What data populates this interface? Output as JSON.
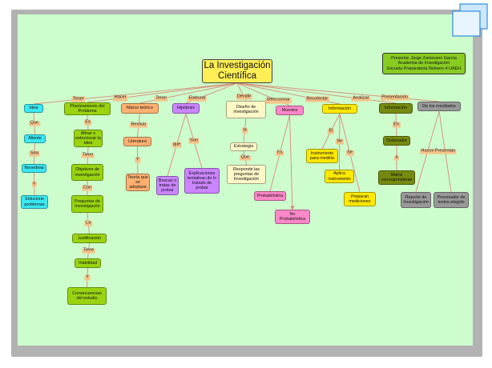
{
  "colors": {
    "background": "#cdfccd",
    "link": "#d98b78",
    "link_label": "#f5c48a",
    "root": "#ffee55",
    "cyan": "#3ae7f2",
    "green": "#9ad411",
    "orange": "#ffb070",
    "purple": "#cc85ff",
    "ivory": "#fff9c8",
    "pink": "#ff88c8",
    "yellow": "#ffe800",
    "olive": "#768a10",
    "gray": "#999999",
    "info_box": "#88cc22"
  },
  "diagram": {
    "title": "La Investigación Científica",
    "info": [
      "Presenta: Jorge Zamorano García",
      "Academia de Investigación",
      "Escuela Preparatoria Número 4 UAEH"
    ],
    "nodes": [
      {
        "id": "root",
        "text": "La Investigación Científica",
        "color": "root"
      },
      {
        "id": "idea",
        "text": "Idea",
        "color": "cyan"
      },
      {
        "id": "aliente",
        "text": "Aliente",
        "color": "cyan"
      },
      {
        "id": "novedosa",
        "text": "Novedosa",
        "color": "cyan"
      },
      {
        "id": "soluciones",
        "text": "Solucione problemas",
        "color": "cyan"
      },
      {
        "id": "planteamiento",
        "text": "Planteamiento del Problema",
        "color": "green"
      },
      {
        "id": "afinar",
        "text": "Afinar o estructurar la idea",
        "color": "green"
      },
      {
        "id": "objetivos",
        "text": "Objetivos de investigación",
        "color": "green"
      },
      {
        "id": "preguntas",
        "text": "Preguntas de Investigación",
        "color": "green"
      },
      {
        "id": "justificacion",
        "text": "Justificación",
        "color": "green"
      },
      {
        "id": "viabilidad",
        "text": "Viabilidad",
        "color": "green"
      },
      {
        "id": "consecuencias",
        "text": "Consecuencias del estudio",
        "color": "green"
      },
      {
        "id": "marco",
        "text": "Marco teórico",
        "color": "orange"
      },
      {
        "id": "literatura",
        "text": "Literatura",
        "color": "orange"
      },
      {
        "id": "teoria",
        "text": "Teoría que se adoptará",
        "color": "orange"
      },
      {
        "id": "hipotesis",
        "text": "Hipótesis",
        "color": "purple"
      },
      {
        "id": "buscas",
        "text": "Buscas o tratas de probar",
        "color": "purple"
      },
      {
        "id": "explicaciones",
        "text": "Explicaciones tentativas de lo tratado de probar",
        "color": "purple"
      },
      {
        "id": "diseno",
        "text": "Diseño de investigación",
        "color": "ivory"
      },
      {
        "id": "estrategia",
        "text": "Estrategia",
        "color": "ivory"
      },
      {
        "id": "responde",
        "text": "Responde las preguntas de Investigación",
        "color": "ivory"
      },
      {
        "id": "muestra",
        "text": "Muestra",
        "color": "pink"
      },
      {
        "id": "probabilistica",
        "text": "Probabilística",
        "color": "pink"
      },
      {
        "id": "noprob",
        "text": "No Probabilística",
        "color": "pink"
      },
      {
        "id": "informacion1",
        "text": "Información",
        "color": "yellow"
      },
      {
        "id": "instrumento",
        "text": "Instrumento para medirla",
        "color": "yellow"
      },
      {
        "id": "aplica",
        "text": "Aplica instrumento",
        "color": "yellow"
      },
      {
        "id": "preparan",
        "text": "Preparan mediciones",
        "color": "yellow"
      },
      {
        "id": "informacion2",
        "text": "Información",
        "color": "olive"
      },
      {
        "id": "ordenador",
        "text": "Ordenador",
        "color": "olive"
      },
      {
        "id": "matriz",
        "text": "Matriz correspondiente",
        "color": "olive"
      },
      {
        "id": "resultados",
        "text": "De los resultados",
        "color": "gray"
      },
      {
        "id": "reporte",
        "text": "Reporte de Investigación",
        "color": "gray"
      },
      {
        "id": "procesador",
        "text": "Procesador de textos elegido",
        "color": "gray"
      }
    ],
    "links": [
      {
        "from": "root",
        "to": "idea",
        "label": "Tener"
      },
      {
        "from": "root",
        "to": "planteamiento",
        "label": "Hacer"
      },
      {
        "from": "root",
        "to": "marco",
        "label": "Tener"
      },
      {
        "from": "root",
        "to": "hipotesis",
        "label": "Elaborar"
      },
      {
        "from": "root",
        "to": "diseno",
        "label": "Decidir"
      },
      {
        "from": "root",
        "to": "muestra",
        "label": "Seleccionar"
      },
      {
        "from": "root",
        "to": "informacion1",
        "label": "Recolectar"
      },
      {
        "from": "root",
        "to": "informacion2",
        "label": "Analizar"
      },
      {
        "from": "root",
        "to": "resultados",
        "label": "Presentación"
      },
      {
        "from": "idea",
        "to": "aliente",
        "label": "Que"
      },
      {
        "from": "aliente",
        "to": "novedosa",
        "label": "Sea"
      },
      {
        "from": "novedosa",
        "to": "soluciones",
        "label": "o"
      },
      {
        "from": "planteamiento",
        "to": "afinar",
        "label": "Es"
      },
      {
        "from": "afinar",
        "to": "objetivos",
        "label": "Tiene"
      },
      {
        "from": "objetivos",
        "to": "preguntas",
        "label": "Con"
      },
      {
        "from": "preguntas",
        "to": "justificacion",
        "label": "La"
      },
      {
        "from": "justificacion",
        "to": "viabilidad",
        "label": "Tiene"
      },
      {
        "from": "viabilidad",
        "to": "consecuencias",
        "label": "Y"
      },
      {
        "from": "marco",
        "to": "literatura",
        "label": "Revisar"
      },
      {
        "from": "literatura",
        "to": "teoria",
        "label": "Y"
      },
      {
        "from": "hipotesis",
        "to": "buscas",
        "label": "que"
      },
      {
        "from": "hipotesis",
        "to": "explicaciones",
        "label": "Son"
      },
      {
        "from": "diseno",
        "to": "estrategia",
        "label": "la"
      },
      {
        "from": "estrategia",
        "to": "responde",
        "label": "Que"
      },
      {
        "from": "muestra",
        "to": "probabilistica",
        "label": "Es"
      },
      {
        "from": "muestra",
        "to": "noprob",
        "label": ""
      },
      {
        "from": "informacion1",
        "to": "instrumento",
        "label": "El"
      },
      {
        "from": "informacion1",
        "to": "aplica",
        "label": "Se"
      },
      {
        "from": "informacion1",
        "to": "preparan",
        "label": "Se"
      },
      {
        "from": "informacion2",
        "to": "ordenador",
        "label": "En"
      },
      {
        "from": "ordenador",
        "to": "matriz",
        "label": "a"
      },
      {
        "from": "resultados",
        "to": "reporte",
        "label": "Hacen"
      },
      {
        "from": "resultados",
        "to": "procesador",
        "label": "Presentan"
      }
    ]
  }
}
